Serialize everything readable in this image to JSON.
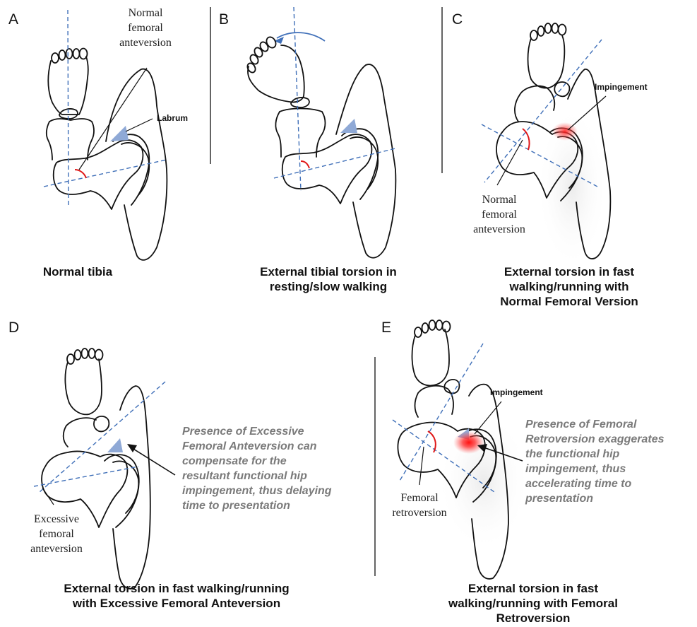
{
  "panels": {
    "a": {
      "letter": "A",
      "label_anteversion": [
        "Normal",
        "femoral",
        "anteversion"
      ],
      "label_labrum": "Labrum",
      "caption": [
        "Normal tibia"
      ]
    },
    "b": {
      "letter": "B",
      "caption": [
        "External tibial torsion in",
        "resting/slow walking"
      ]
    },
    "c": {
      "letter": "C",
      "label_impingement": "Impingement",
      "label_anteversion": [
        "Normal",
        "femoral",
        "anteversion"
      ],
      "caption": [
        "External torsion in fast",
        "walking/running  with",
        "Normal Femoral Version"
      ]
    },
    "d": {
      "letter": "D",
      "label_anteversion": [
        "Excessive",
        "femoral",
        "anteversion"
      ],
      "note": [
        "Presence of Excessive",
        "Femoral Anteversion can",
        "compensate for the",
        "resultant functional hip",
        "impingement, thus delaying",
        "time to presentation"
      ],
      "caption": [
        "External torsion in fast walking/running",
        "with  Excessive Femoral Anteversion"
      ]
    },
    "e": {
      "letter": "E",
      "label_impingement": "Impingement",
      "label_retroversion": [
        "Femoral",
        "retroversion"
      ],
      "note": [
        "Presence of Femoral",
        "Retroversion exaggerates",
        "the functional hip",
        "impingement, thus",
        "accelerating time to",
        "presentation"
      ],
      "caption": [
        "External torsion in fast",
        "walking/running  with Femoral",
        "Retroversion"
      ]
    }
  },
  "colors": {
    "axis": "#3f6fb8",
    "angle": "#e01818",
    "labrum": "#8fa9d6",
    "impingement": "#ff2a2a",
    "note_text": "#7a7a7a"
  }
}
